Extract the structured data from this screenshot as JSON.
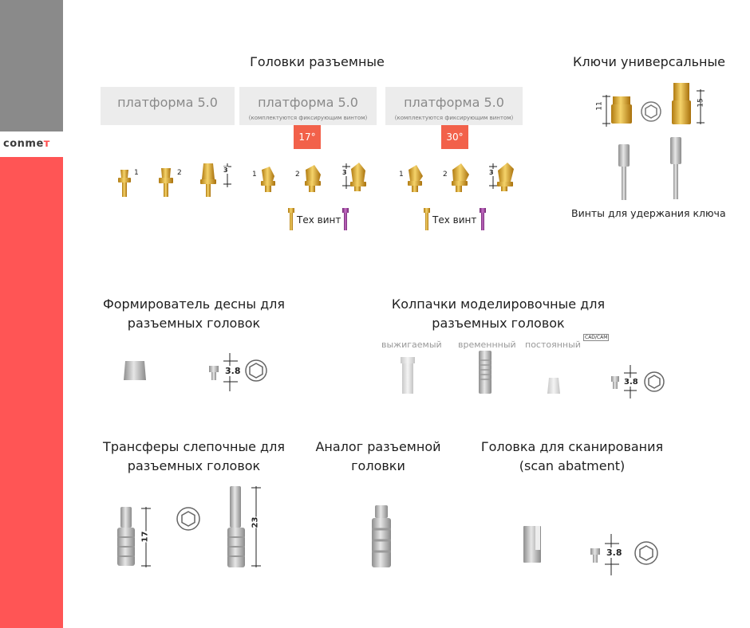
{
  "brand": {
    "logo_main": "conme",
    "logo_accent": "т"
  },
  "section_heads": {
    "heads": "Головки разъемные",
    "keys": "Ключи универсальные",
    "key_screws": "Винты для удержания ключа",
    "gum_former": [
      "Формирователь десны для",
      "разъемных головок"
    ],
    "caps": [
      "Колпачки моделировочные для",
      "разъемных головок"
    ],
    "transfers": [
      "Трансферы слепочные для",
      "разъемных головок"
    ],
    "analog": [
      "Аналог  разъемной",
      "головки"
    ],
    "scan": [
      "Головка для сканирования",
      "(scan abatment)"
    ]
  },
  "platforms": [
    {
      "label": "платформа 5.0",
      "note": ""
    },
    {
      "label": "платформа 5.0",
      "note": "(комплектуются фиксирующим винтом)",
      "angle": "17°"
    },
    {
      "label": "платформа 5.0",
      "note": "(комплектуются фиксирующим винтом)",
      "angle": "30°"
    }
  ],
  "tech_screw_label": "Тех винт",
  "head_numbers": [
    "1",
    "2",
    "3"
  ],
  "key_dims": {
    "short": "11",
    "tall": "15"
  },
  "cap_types": {
    "burnout": "выжигаемый",
    "temporary": "временнный",
    "permanent": "постоянный",
    "cadcam": "CAD/CAM"
  },
  "screw_dim": "3.8",
  "transfer_dims": {
    "short": "17",
    "tall": "23"
  },
  "colors": {
    "sidebar_gray": "#8a8a8a",
    "sidebar_red": "#ff5555",
    "angle_badge": "#f2614a",
    "gold": "#e0a825",
    "screw_purple": "#9a3a9a"
  }
}
